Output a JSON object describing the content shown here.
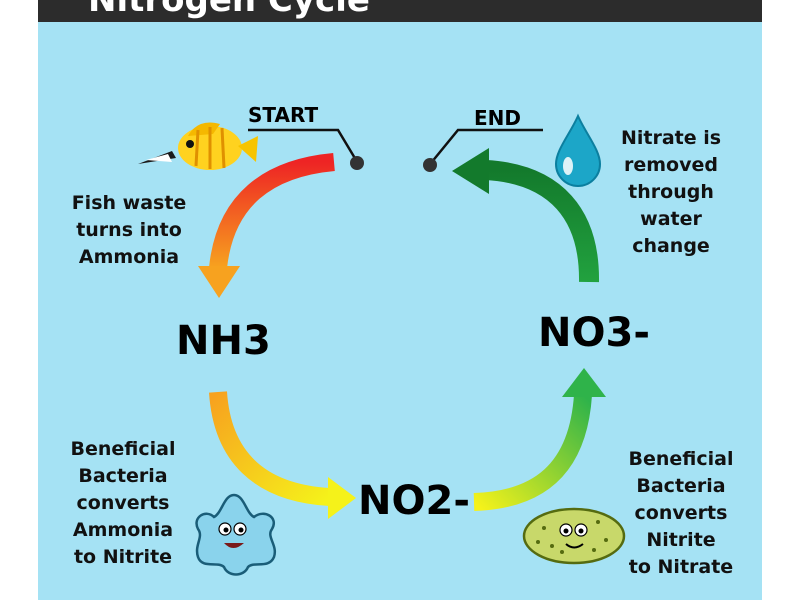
{
  "title": "Nitrogen Cycle",
  "start_label": "START",
  "end_label": "END",
  "compounds": {
    "ammonia": "NH3",
    "nitrite": "NO2-",
    "nitrate": "NO3-"
  },
  "captions": {
    "fish_waste": "Fish waste\nturns into\nAmmonia",
    "nitrate_removed": "Nitrate is\nremoved\nthrough\nwater\nchange",
    "bacteria_ammonia": "Beneficial\nBacteria\nconverts\nAmmonia\nto Nitrite",
    "bacteria_nitrite": "Beneficial\nBacteria\nconverts\nNitrite\nto Nitrate"
  },
  "colors": {
    "background": "#a5e2f4",
    "header": "#2c2c2c",
    "arrow_red": "#ee2424",
    "arrow_orange": "#f7a21f",
    "arrow_yellow": "#f5f21a",
    "arrow_green": "#1e9b3a"
  },
  "icons": [
    "tropical-fish-icon",
    "water-drop-icon",
    "bacterium-star-icon",
    "bacterium-oval-icon"
  ]
}
